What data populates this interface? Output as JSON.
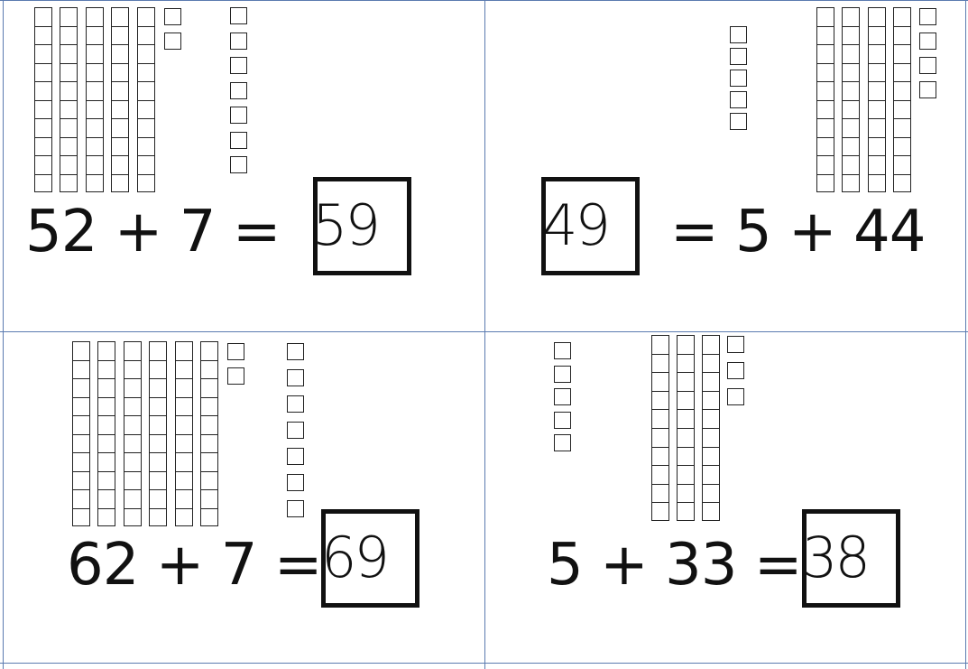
{
  "problems": [
    {
      "id": "p1",
      "equation": "52 + 7 =",
      "answer": "59",
      "tens": 5,
      "ones_a": 2,
      "ones_b": 7
    },
    {
      "id": "p2",
      "equation": "= 5 + 44",
      "answer": "49",
      "tens": 4,
      "ones_a": 4,
      "ones_b": 5
    },
    {
      "id": "p3",
      "equation": "62 + 7 =",
      "answer": "69",
      "tens": 6,
      "ones_a": 2,
      "ones_b": 7
    },
    {
      "id": "p4",
      "equation": "5 + 33 =",
      "answer": "38",
      "tens": 3,
      "ones_a": 3,
      "ones_b": 5
    }
  ]
}
